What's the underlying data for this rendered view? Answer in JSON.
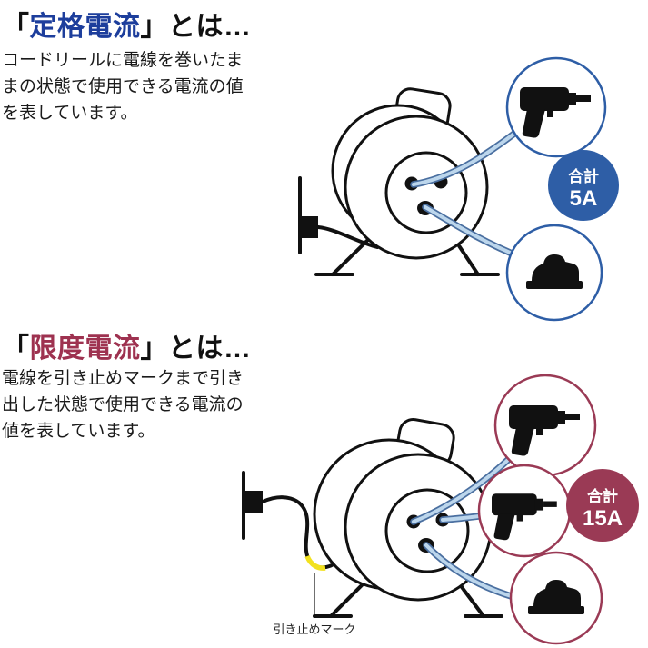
{
  "colors": {
    "rated_accent": "#1d3e9c",
    "rated_circle": "#2e5ea6",
    "limit_accent": "#9e3250",
    "limit_circle": "#9a3a55",
    "cord_stroke": "#4a6fa0",
    "cord_fill": "#bcd6ec",
    "mark_yellow": "#f2e11e"
  },
  "icons": {
    "drill": "power-drill-silhouette",
    "sander": "orbital-sander-silhouette",
    "reel": "cord-reel-line-art",
    "plug": "wall-plug"
  },
  "sections": {
    "rated": {
      "title": {
        "open": "「",
        "main": "定格電流",
        "close": "」とは…"
      },
      "body": [
        "コードリールに電線を巻いたま",
        "まの状態で使用できる電流の値",
        "を表しています。"
      ],
      "badge": {
        "label": "合計",
        "value": "5A"
      }
    },
    "limit": {
      "title": {
        "open": "「",
        "main": "限度電流",
        "close": "」とは…"
      },
      "body": [
        "電線を引き止めマークまで引き",
        "出した状態で使用できる電流の",
        "値を表しています。"
      ],
      "badge": {
        "label": "合計",
        "value": "15A"
      },
      "mark_label": "引き止めマーク"
    }
  }
}
